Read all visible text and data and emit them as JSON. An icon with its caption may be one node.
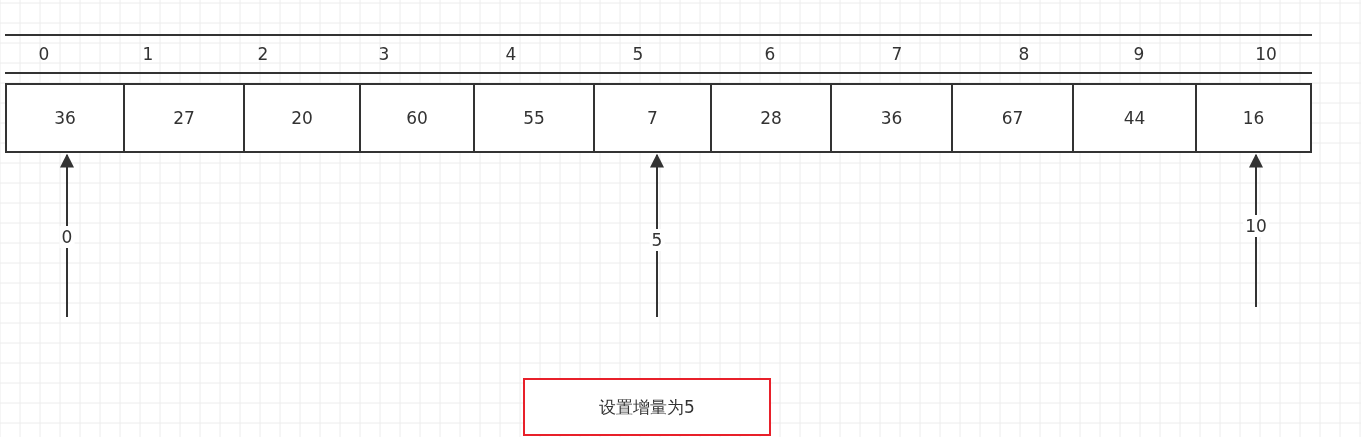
{
  "diagram": {
    "nodes": [
      {
        "text": [
          "36"
        ]
      },
      {
        "text": [
          "27"
        ]
      },
      {
        "text": [
          "20"
        ]
      },
      {
        "text": [
          "60"
        ]
      },
      {
        "text": [
          "55"
        ]
      },
      {
        "text": [
          "7"
        ]
      },
      {
        "text": [
          "28"
        ]
      },
      {
        "text": [
          "36"
        ]
      },
      {
        "text": [
          "67"
        ]
      },
      {
        "text": [
          "44"
        ]
      },
      {
        "text": [
          "16"
        ]
      },
      {
        "text": [
          "设置增量为5"
        ]
      }
    ],
    "edges": [
      {
        "from": null,
        "to": 0,
        "arrow": "to",
        "label": "0"
      },
      {
        "from": null,
        "to": 5,
        "arrow": "to",
        "label": "5"
      },
      {
        "from": null,
        "to": 10,
        "arrow": "to",
        "label": "10"
      }
    ],
    "labels": [
      "0",
      "1",
      "2",
      "3",
      "4",
      "5",
      "6",
      "7",
      "8",
      "9",
      "10"
    ]
  }
}
